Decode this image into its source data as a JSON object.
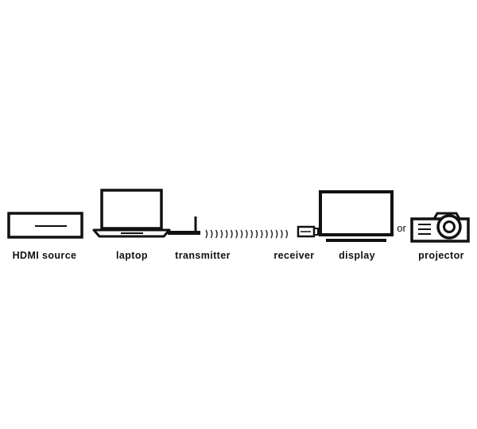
{
  "labels": {
    "hdmi_source": "HDMI source",
    "laptop": "laptop",
    "transmitter": "transmitter",
    "receiver": "receiver",
    "display": "display",
    "projector": "projector"
  },
  "connector": "or",
  "colors": {
    "stroke": "#111111",
    "background": "#ffffff"
  },
  "icons": [
    "hdmi-source-icon",
    "laptop-icon",
    "transmitter-icon",
    "wireless-signal-icon",
    "receiver-icon",
    "display-icon",
    "projector-icon"
  ]
}
